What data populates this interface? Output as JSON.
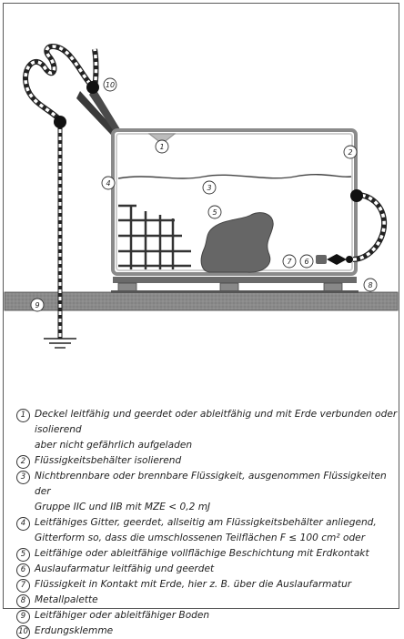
{
  "diagram": {
    "callouts": [
      "1",
      "2",
      "3",
      "4",
      "5",
      "6",
      "7",
      "8",
      "9",
      "10"
    ]
  },
  "legend": [
    {
      "num": "1",
      "lines": [
        "Deckel leitfähig und geerdet oder ableitfähig und mit Erde verbunden oder isolierend",
        "aber nicht gefährlich aufgeladen"
      ]
    },
    {
      "num": "2",
      "lines": [
        "Flüssigkeitsbehälter isolierend"
      ]
    },
    {
      "num": "3",
      "lines": [
        "Nichtbrennbare oder brennbare Flüssigkeit, ausgenommen Flüssigkeiten der",
        "Gruppe IIC und IIB mit MZE < 0,2 mJ"
      ]
    },
    {
      "num": "4",
      "lines": [
        "Leitfähiges Gitter, geerdet, allseitig am Flüssigkeitsbehälter anliegend,",
        "Gitterform so, dass die umschlossenen Teilflächen F ≤ 100 cm² oder"
      ]
    },
    {
      "num": "5",
      "lines": [
        "Leitfähige oder ableitfähige vollflächige Beschichtung mit Erdkontakt"
      ]
    },
    {
      "num": "6",
      "lines": [
        "Auslaufarmatur leitfähig und geerdet"
      ]
    },
    {
      "num": "7",
      "lines": [
        "Flüssigkeit in Kontakt mit Erde, hier z. B. über die Auslaufarmatur"
      ]
    },
    {
      "num": "8",
      "lines": [
        "Metallpalette"
      ]
    },
    {
      "num": "9",
      "lines": [
        "Leitfähiger oder ableitfähiger Boden"
      ]
    },
    {
      "num": "10",
      "lines": [
        "Erdungsklemme"
      ]
    }
  ]
}
